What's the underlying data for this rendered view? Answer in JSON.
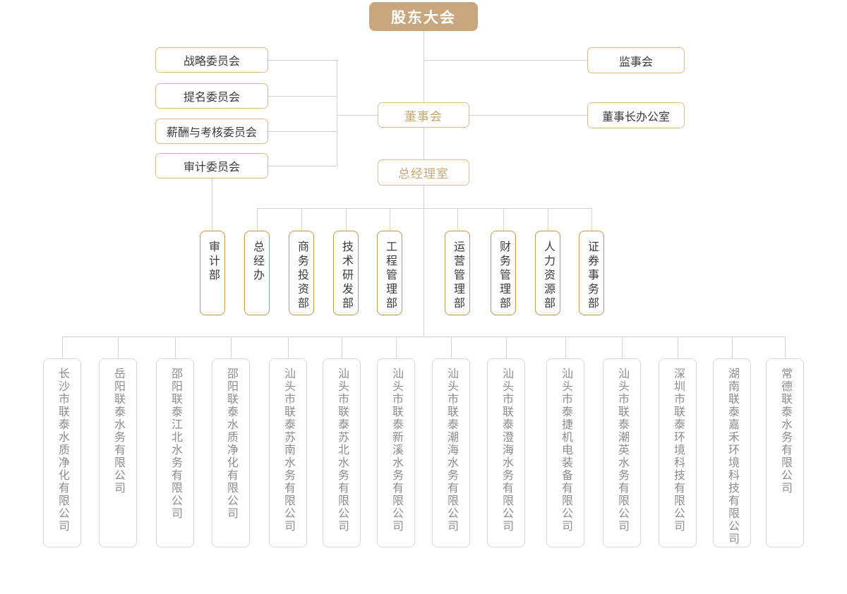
{
  "org_chart": {
    "root": "股东大会",
    "board": "董事会",
    "gm_office": "总经理室",
    "supervisory_board": "监事会",
    "chairman_office": "董事长办公室",
    "committees": [
      "战略委员会",
      "提名委员会",
      "薪酬与考核委员会",
      "审计委员会"
    ],
    "departments": [
      "审计部",
      "总经办",
      "商务投资部",
      "技术研发部",
      "工程管理部",
      "运营管理部",
      "财务管理部",
      "人力资源部",
      "证券事务部"
    ],
    "subsidiaries": [
      "长沙市联泰水质净化有限公司",
      "岳阳联泰水务有限公司",
      "邵阳联泰江北水务有限公司",
      "邵阳联泰水质净化有限公司",
      "汕头市联泰苏南水务有限公司",
      "汕头市联泰苏北水务有限公司",
      "汕头市联泰新溪水务有限公司",
      "汕头市联泰潮海水务有限公司",
      "汕头市联泰澄海水务有限公司",
      "汕头市泰捷机电装备有限公司",
      "汕头市联泰潮英水务有限公司",
      "深圳市联泰环境科技有限公司",
      "湖南联泰嘉禾环境科技有限公司",
      "常德联泰水务有限公司"
    ],
    "colors": {
      "root_fill": "#C8A77E",
      "gold_border": "#DDBE8D",
      "gold_text": "#C8A671",
      "dept_border": "#C8964B",
      "dark_text": "#3B3B3B",
      "gray_border": "#D7D7D7",
      "gray_text": "#8D8D8D",
      "connector_line": "#D3D3D3"
    }
  }
}
